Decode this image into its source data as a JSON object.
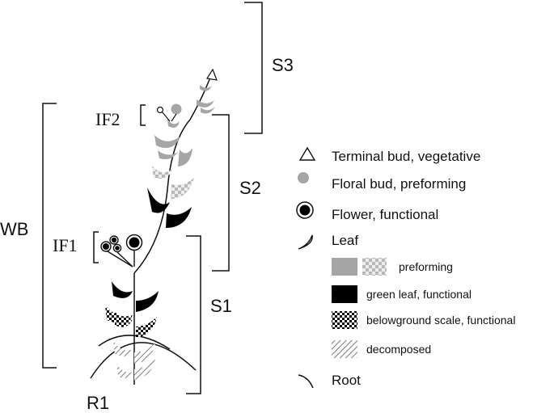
{
  "labels": {
    "s3": "S3",
    "s2": "S2",
    "s1": "S1",
    "wb": "WB",
    "if2": "IF2",
    "if1": "IF1",
    "r1": "R1"
  },
  "legend": {
    "terminal_bud": "Terminal bud, vegetative",
    "floral_bud": "Floral bud, preforming",
    "flower": "Flower, functional",
    "leaf": "Leaf",
    "preforming": "preforming",
    "green_leaf": "green leaf, functional",
    "belowground": "belowground scale, functional",
    "decomposed": "decomposed",
    "root": "Root"
  },
  "colors": {
    "preforming": "#a6a6a6",
    "functional_leaf": "#000000",
    "checker_light": "#c8c8c8",
    "decomposed_hatch": "#888888",
    "stroke": "#111111"
  }
}
